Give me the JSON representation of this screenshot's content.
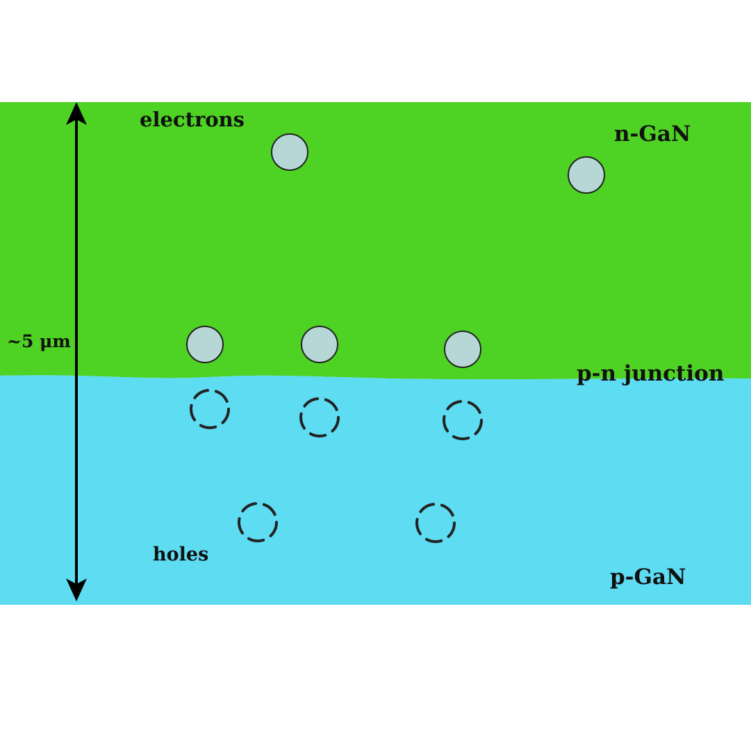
{
  "labels": {
    "electrons": "electrons",
    "n_region": "n-GaN",
    "thickness": "~5 μm",
    "junction": "p-n junction",
    "holes": "holes",
    "p_region": "p-GaN"
  },
  "colors": {
    "n_region": "#4ed223",
    "p_region": "#5ddcf2",
    "electron_fill": "#b7d7d7",
    "outline": "#222222",
    "arrow": "#000000"
  },
  "icons": {
    "electron": "filled-circle",
    "hole": "dashed-circle"
  }
}
